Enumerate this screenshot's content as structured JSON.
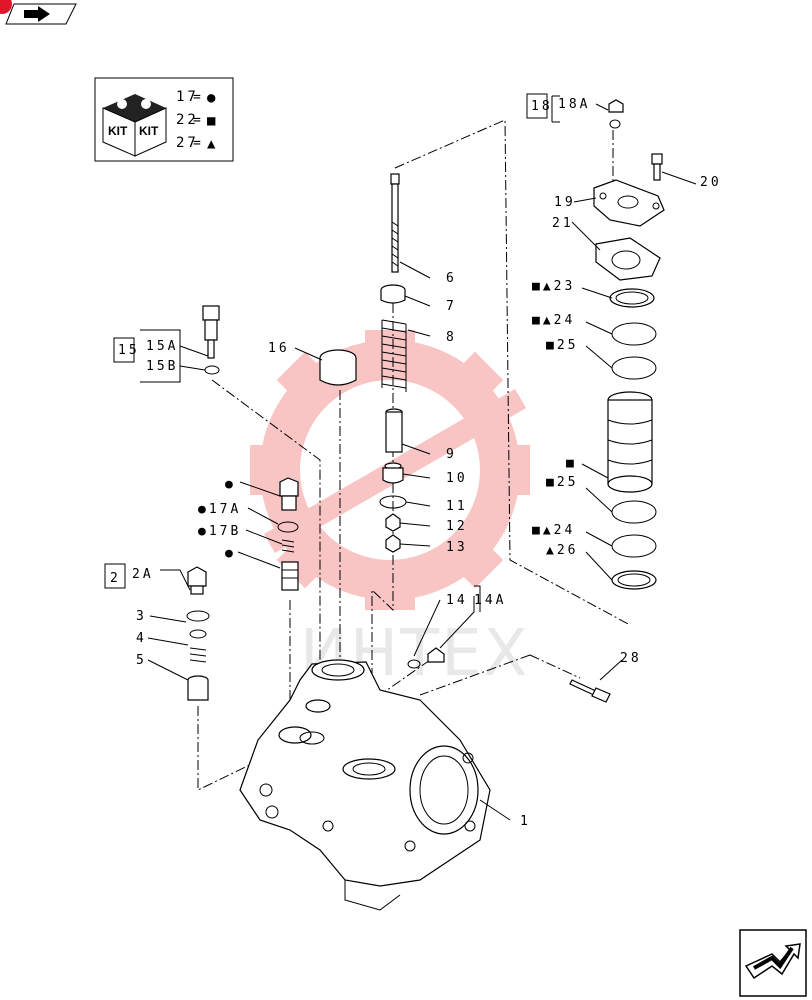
{
  "navigation": {
    "top_left_icon": "back-arrow-icon",
    "bottom_right_icon": "next-page-arrow-icon",
    "badge_color": "#e0162b"
  },
  "kit_legend": {
    "icon": "kit-box-icon",
    "box_text_1": "KIT",
    "box_text_2": "KIT",
    "rows": [
      {
        "label": "17",
        "symbol": "●"
      },
      {
        "label": "22",
        "symbol": "■"
      },
      {
        "label": "27",
        "symbol": "▲"
      }
    ]
  },
  "watermark": {
    "text": "ИНТЕХ",
    "color": "#e8312f"
  },
  "callouts": {
    "c1": "1",
    "c2": "2",
    "c2a": "2A",
    "c3": "3",
    "c4": "4",
    "c5": "5",
    "c6": "6",
    "c7": "7",
    "c8": "8",
    "c9": "9",
    "c10": "10",
    "c11": "11",
    "c12": "12",
    "c13": "13",
    "c14": "14",
    "c14a": "14A",
    "c15": "15",
    "c15a": "15A",
    "c15b": "15B",
    "c16": "16",
    "c17_dot": "●",
    "c17a": "●17A",
    "c17b": "●17B",
    "c17c_dot": "●",
    "c18": "18",
    "c18a": "18A",
    "c19": "19",
    "c20": "20",
    "c21": "21",
    "c23": "■▲23",
    "c24": "■▲24",
    "c25": "■25",
    "c_sq": "■",
    "c25b": "■25",
    "c24b": "■▲24",
    "c26": "▲26",
    "c28": "28"
  }
}
